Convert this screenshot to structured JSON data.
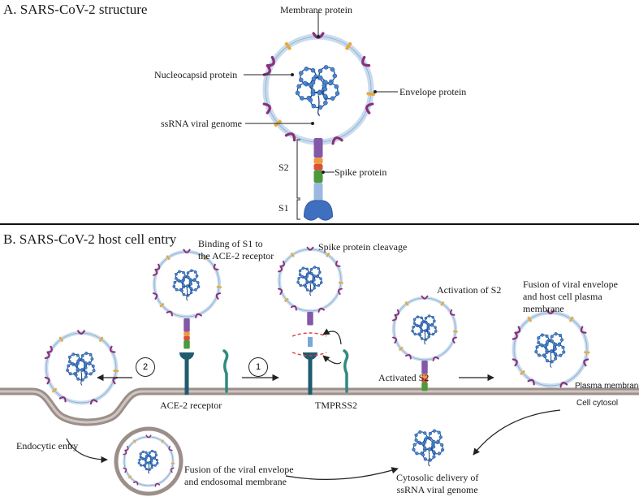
{
  "section_a": {
    "title": "A. SARS-CoV-2 structure",
    "labels": {
      "membrane_protein": "Membrane protein",
      "nucleocapsid_protein": "Nucleocapsid protein",
      "envelope_protein": "Envelope protein",
      "ssrna_genome": "ssRNA viral genome",
      "s2": "S2",
      "s1": "S1",
      "spike_protein": "Spike protein"
    }
  },
  "section_b": {
    "title": "B. SARS-CoV-2 host cell entry",
    "labels": {
      "binding": "Binding of S1 to\nthe ACE-2 receptor",
      "cleavage": "Spike protein cleavage",
      "activation": "Activation of S2",
      "fusion_plasma": "Fusion of viral envelope\nand host cell plasma\nmembrane",
      "plasma_membrane": "Plasma membrane",
      "cell_cytosol": "Cell cytosol",
      "activated_s2": "Activated S2",
      "ace2_receptor": "ACE-2 receptor",
      "tmprss2": "TMPRSS2",
      "endocytic_entry": "Endocytic entry",
      "fusion_endosomal": "Fusion of the viral envelope\nand endosomal membrane",
      "cytosolic_delivery": "Cytosolic delivery of\nssRNA viral genome"
    },
    "steps": {
      "one": "1",
      "two": "2"
    }
  },
  "colors": {
    "envelope": "#c9dcef",
    "envelope_edge": "#8aa9c8",
    "rna": "#1f3f75",
    "nucleocapsid": "#4a86d0",
    "membrane_protein": "#8b2f78",
    "envelope_protein": "#e8a93b",
    "spike_top": "#8458a8",
    "spike_mid_orange": "#f09a3e",
    "spike_mid_red": "#d9513a",
    "spike_green": "#4c9a3c",
    "spike_head": "#3f6fbf",
    "receptor": "#1f5c6e",
    "tmprss2": "#2f8a7f",
    "cell_membrane": "#9c8f8a"
  }
}
